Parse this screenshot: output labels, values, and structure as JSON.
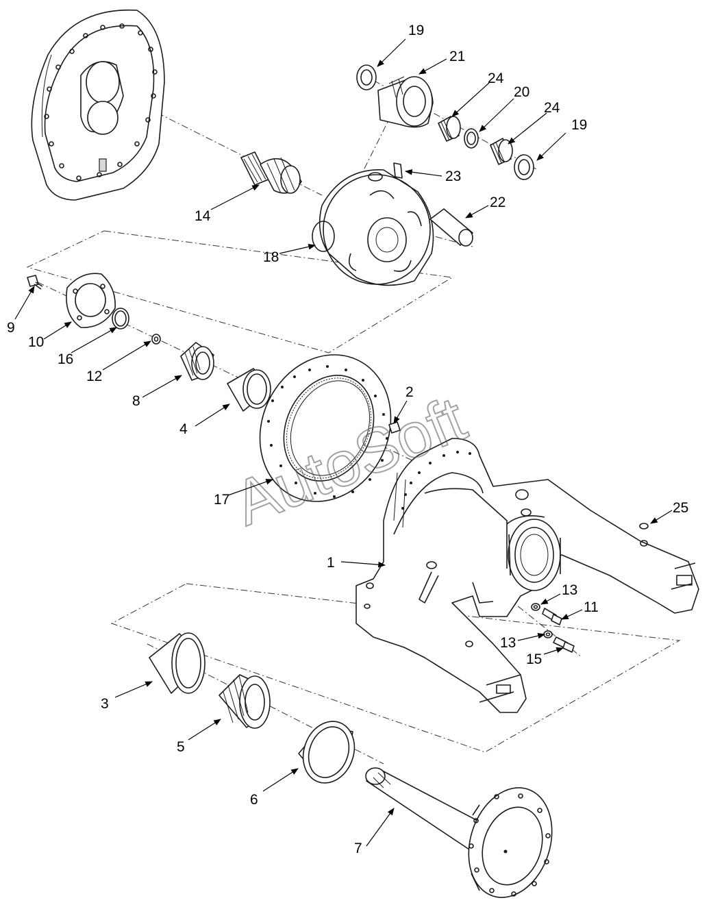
{
  "watermark": "AutoSoft",
  "callouts": {
    "c1": "1",
    "c2": "2",
    "c3": "3",
    "c4": "4",
    "c5": "5",
    "c6": "6",
    "c7": "7",
    "c8": "8",
    "c9": "9",
    "c10": "10",
    "c11": "11",
    "c12": "12",
    "c13a": "13",
    "c13b": "13",
    "c14": "14",
    "c15": "15",
    "c16": "16",
    "c17": "17",
    "c18": "18",
    "c19a": "19",
    "c19b": "19",
    "c20": "20",
    "c21": "21",
    "c22": "22",
    "c23": "23",
    "c24a": "24",
    "c24b": "24",
    "c25": "25"
  }
}
